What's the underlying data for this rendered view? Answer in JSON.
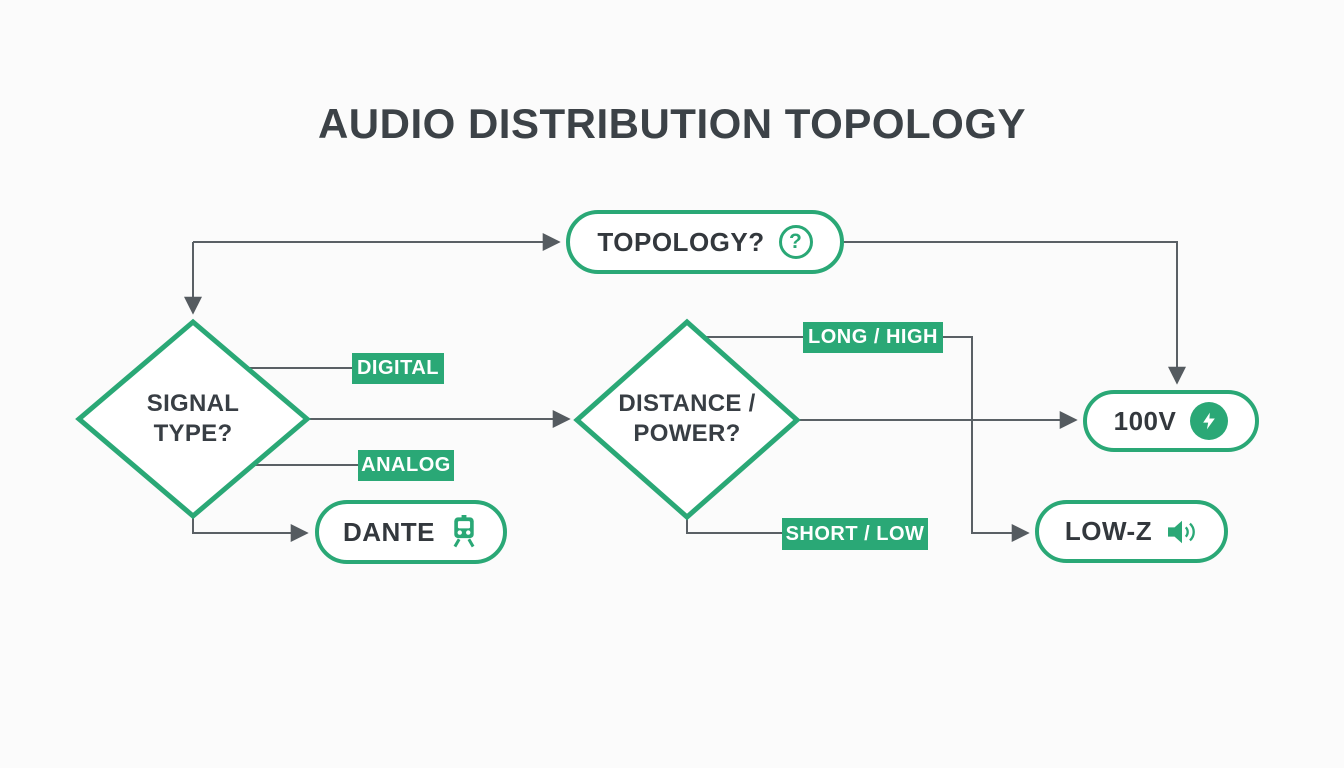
{
  "title": "AUDIO DISTRIBUTION TOPOLOGY",
  "colors": {
    "accent_green": "#2aa876",
    "line_gray": "#5a6065",
    "text_dark": "#3a4045",
    "background": "#fbfbfb",
    "badge_text": "#ffffff"
  },
  "nodes": {
    "topology": {
      "label": "TOPOLOGY?",
      "icon": "question-circle-icon",
      "icon_glyph": "?"
    },
    "signal_type": {
      "label": "SIGNAL TYPE?"
    },
    "distance_power": {
      "label": "DISTANCE / POWER?"
    },
    "dante": {
      "label": "DANTE",
      "icon": "train-icon"
    },
    "speaker_100v": {
      "label": "100V",
      "icon": "lightning-icon"
    },
    "low_z": {
      "label": "LOW-Z",
      "icon": "speaker-icon"
    }
  },
  "edge_labels": {
    "digital": "DIGITAL",
    "analog": "ANALOG",
    "long_high": "LONG / HIGH",
    "short_low": "SHORT / LOW"
  }
}
